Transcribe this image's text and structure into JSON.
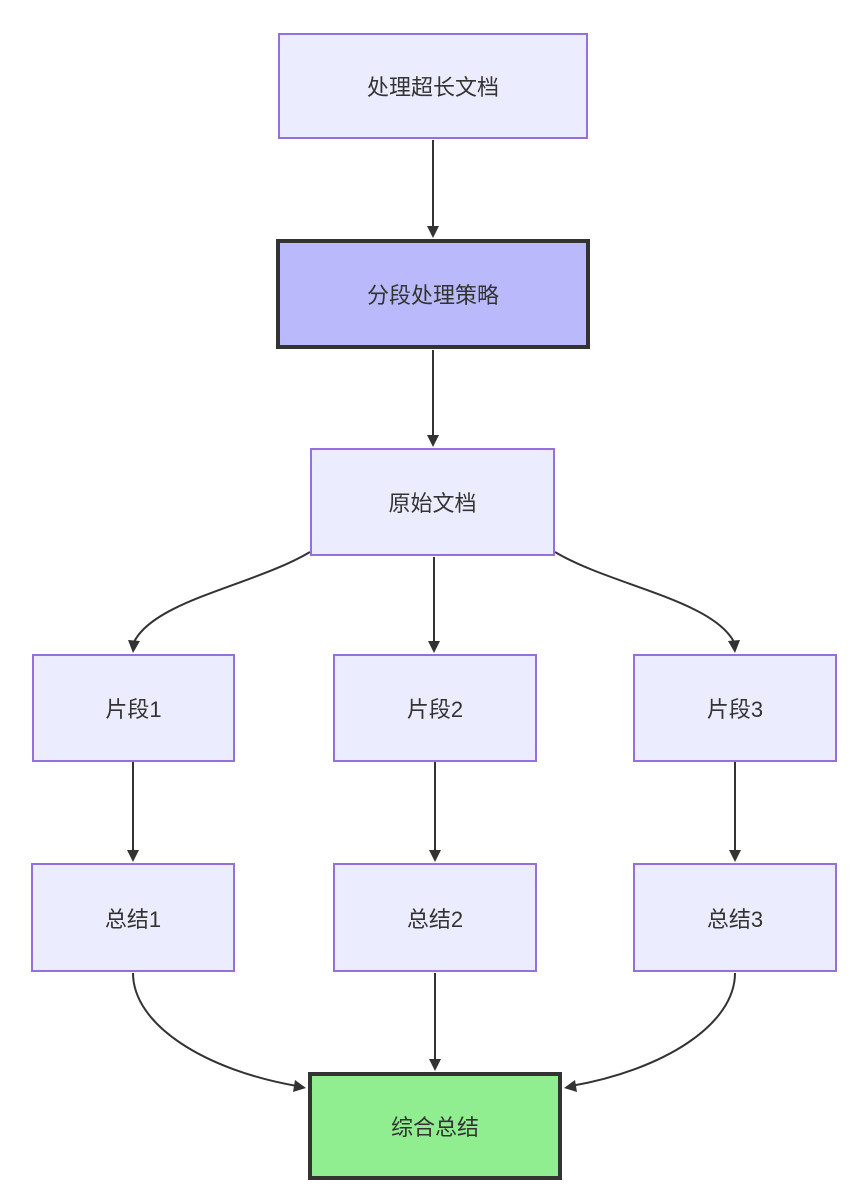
{
  "diagram": {
    "type": "flowchart",
    "direction": "top-down",
    "colors": {
      "node_fill": "#ECECFF",
      "node_border": "#9370DB",
      "emphasis_fill": "#B9B9FB",
      "emphasis_border": "#333333",
      "success_fill": "#90EE90",
      "success_border": "#333333",
      "edge_color": "#333333",
      "text_color": "#333333",
      "background": "#ffffff"
    },
    "nodes": [
      {
        "id": "process-long-doc",
        "label": "处理超长文档",
        "style": "default"
      },
      {
        "id": "segment-strategy",
        "label": "分段处理策略",
        "style": "emphasis"
      },
      {
        "id": "original-doc",
        "label": "原始文档",
        "style": "default"
      },
      {
        "id": "segment-1",
        "label": "片段1",
        "style": "default"
      },
      {
        "id": "segment-2",
        "label": "片段2",
        "style": "default"
      },
      {
        "id": "segment-3",
        "label": "片段3",
        "style": "default"
      },
      {
        "id": "summary-1",
        "label": "总结1",
        "style": "default"
      },
      {
        "id": "summary-2",
        "label": "总结2",
        "style": "default"
      },
      {
        "id": "summary-3",
        "label": "总结3",
        "style": "default"
      },
      {
        "id": "final-summary",
        "label": "综合总结",
        "style": "success"
      }
    ],
    "edges": [
      {
        "from": "处理超长文档",
        "to": "分段处理策略"
      },
      {
        "from": "分段处理策略",
        "to": "原始文档"
      },
      {
        "from": "原始文档",
        "to": "片段1"
      },
      {
        "from": "原始文档",
        "to": "片段2"
      },
      {
        "from": "原始文档",
        "to": "片段3"
      },
      {
        "from": "片段1",
        "to": "总结1"
      },
      {
        "from": "片段2",
        "to": "总结2"
      },
      {
        "from": "片段3",
        "to": "总结3"
      },
      {
        "from": "总结1",
        "to": "综合总结"
      },
      {
        "from": "总结2",
        "to": "综合总结"
      },
      {
        "from": "总结3",
        "to": "综合总结"
      }
    ]
  }
}
